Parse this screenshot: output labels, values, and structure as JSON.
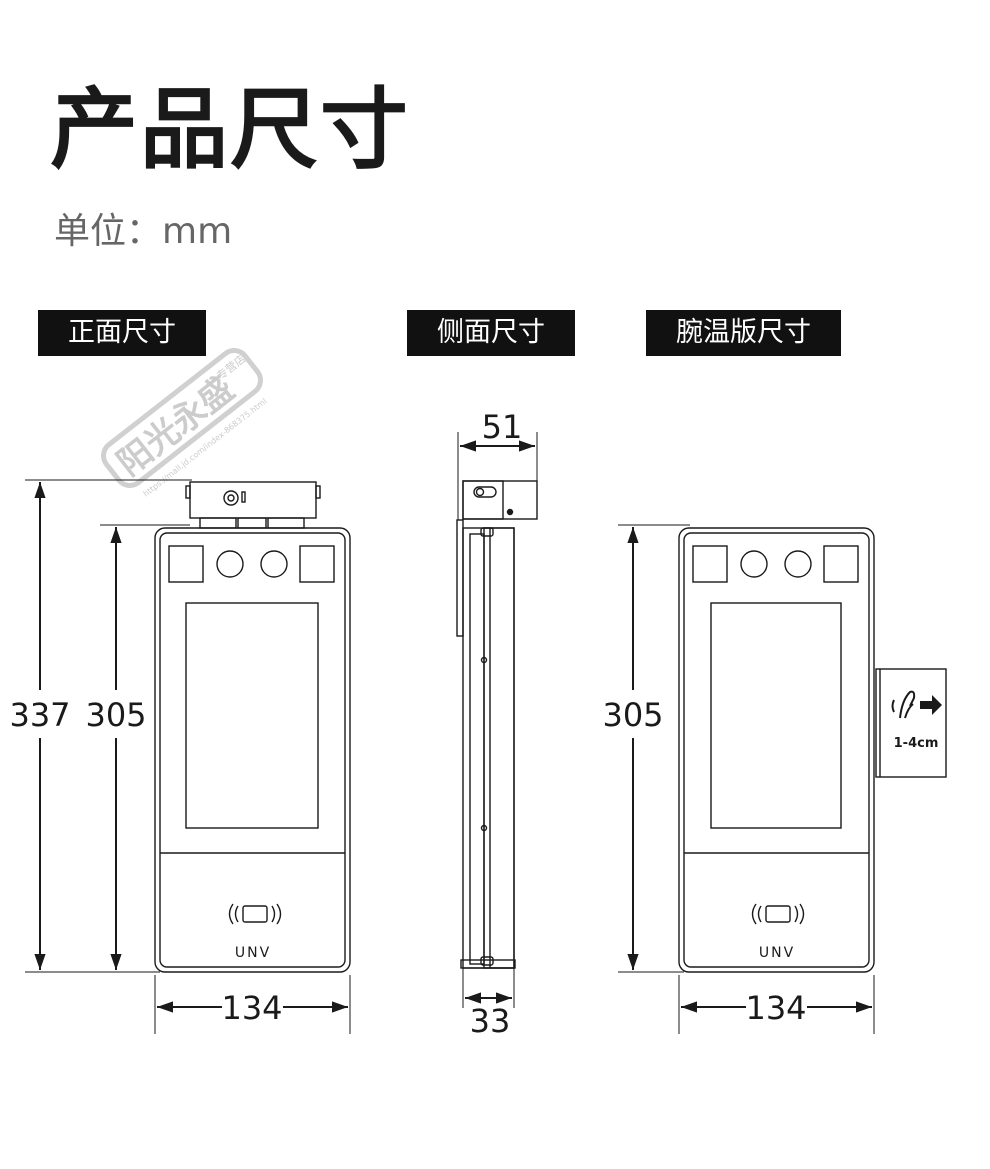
{
  "title": "产品尺寸",
  "unit": "单位：mm",
  "labels": {
    "front": "正面尺寸",
    "side": "侧面尺寸",
    "wrist": "腕温版尺寸"
  },
  "dimensions": {
    "front_total_height": "337",
    "front_body_height": "305",
    "front_width": "134",
    "side_top_depth": "51",
    "side_body_depth": "33",
    "wrist_body_height": "305",
    "wrist_width": "134"
  },
  "logo_text": "UNV",
  "wrist_module": {
    "range": "1-4cm",
    "hand_icon": "hand-wave-icon",
    "arrow_icon": "arrow-right-icon"
  },
  "watermark": {
    "text": "阳光永盛",
    "tag": "专营店",
    "url": "https://mall.jd.com/index-868375.html"
  },
  "colors": {
    "ink": "#1a1a1a",
    "label_bg": "#111111",
    "label_fg": "#ffffff",
    "unit_gray": "#666666",
    "watermark": "#c8c8c8"
  }
}
